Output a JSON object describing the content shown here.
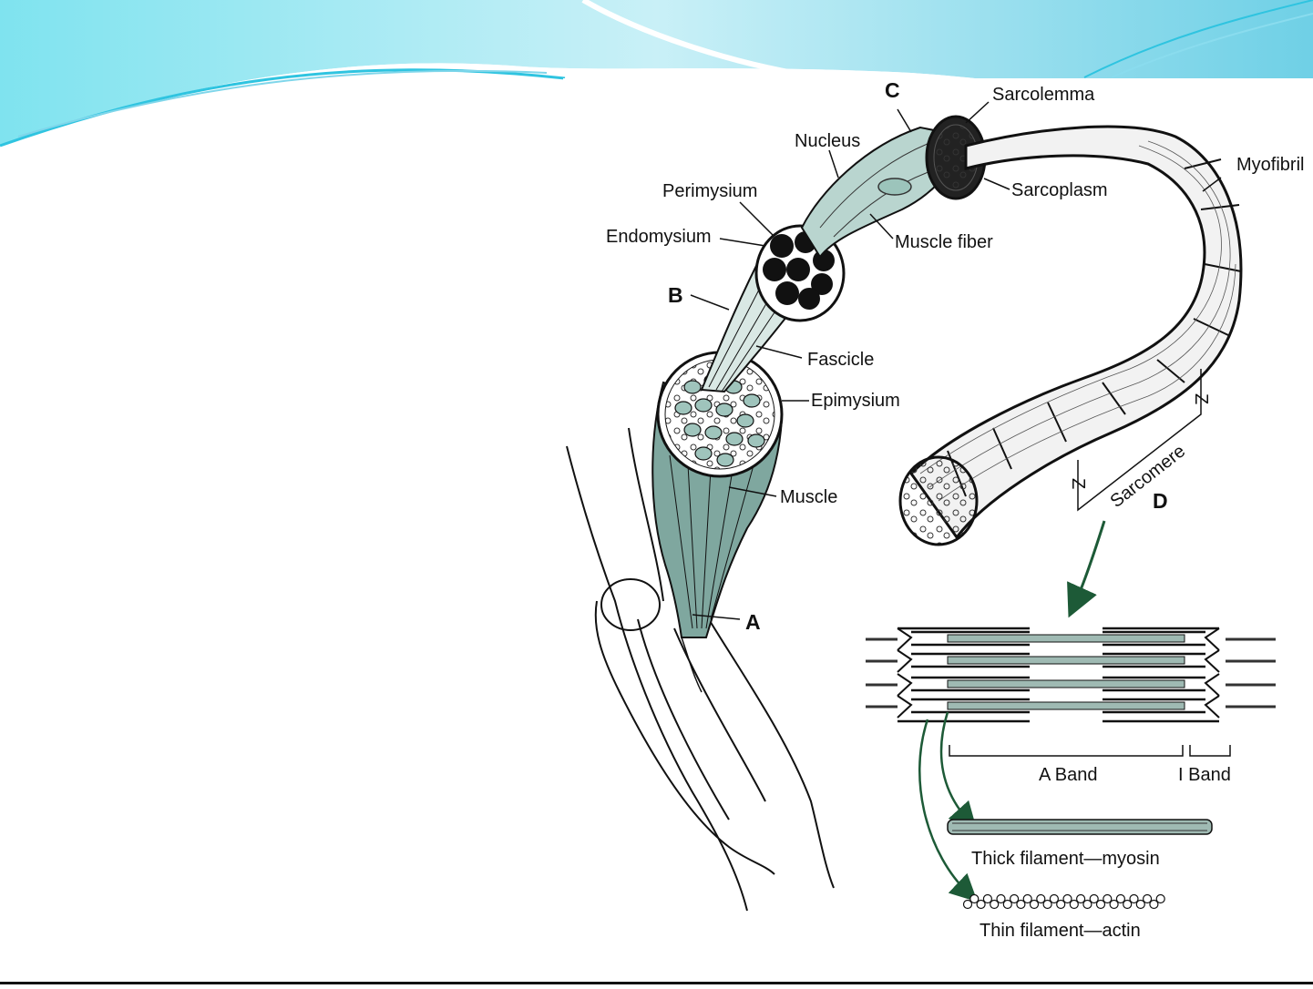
{
  "colors": {
    "banner_light": "#dff6fb",
    "banner_mid": "#a6e3f0",
    "banner_accent": "#2fc4e0",
    "muscle_fill": "#7fa79f",
    "fiber_fill": "#b9d5cf",
    "line": "#111111",
    "arrow": "#1d5a37"
  },
  "diagram": {
    "labels": {
      "A": "A",
      "B": "B",
      "C": "C",
      "D": "D",
      "sarcolemma": "Sarcolemma",
      "nucleus": "Nucleus",
      "myofibril": "Myofibril",
      "perimysium": "Perimysium",
      "sarcoplasm": "Sarcoplasm",
      "endomysium": "Endomysium",
      "muscle_fiber": "Muscle fiber",
      "fascicle": "Fascicle",
      "epimysium": "Epimysium",
      "muscle": "Muscle",
      "z_top": "Z",
      "z_bottom": "Z",
      "sarcomere": "Sarcomere",
      "a_band": "A Band",
      "i_band": "I Band",
      "thick_filament": "Thick filament—myosin",
      "thin_filament": "Thin filament—actin"
    }
  }
}
